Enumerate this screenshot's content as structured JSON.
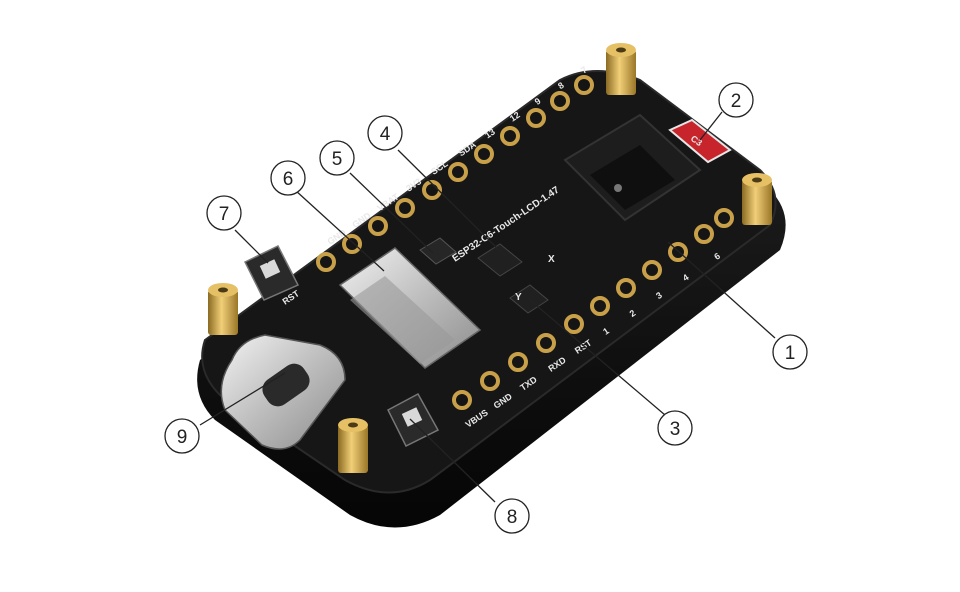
{
  "callouts": [
    {
      "label": "1",
      "part": "esp32-c6-module"
    },
    {
      "label": "2",
      "part": "ceramic-antenna"
    },
    {
      "label": "3",
      "part": "touch-controller-chip"
    },
    {
      "label": "4",
      "part": "imu-sensor-chip"
    },
    {
      "label": "5",
      "part": "ldo-regulator"
    },
    {
      "label": "6",
      "part": "tf-card-slot"
    },
    {
      "label": "7",
      "part": "reset-button"
    },
    {
      "label": "8",
      "part": "boot-button"
    },
    {
      "label": "9",
      "part": "usb-type-c-port"
    }
  ],
  "silkscreen": {
    "top_header_pins": [
      "GND",
      "GND",
      "VBAT",
      "3V3",
      "SCL",
      "SDA",
      "13",
      "12",
      "9",
      "8",
      "7"
    ],
    "bottom_header_pins": [
      "VBUS",
      "GND",
      "TXD",
      "RXD",
      "RST",
      "1",
      "2",
      "3",
      "4",
      "6"
    ],
    "board_name": "ESP32-C6-Touch-LCD-1.47",
    "antenna_mark": "C3",
    "reset_label": "RST",
    "imu_axis_x": "X",
    "imu_axis_y": "Y"
  },
  "colors": {
    "pcb": "#141414",
    "enclosure": "#0b0b0b",
    "standoff_brass": "#c9a04a",
    "sd_slot_metal": "#bfbfbf",
    "usb_metal": "#d0d0d0",
    "antenna_red": "#c8242c",
    "pad_gold": "#b89a5a"
  }
}
